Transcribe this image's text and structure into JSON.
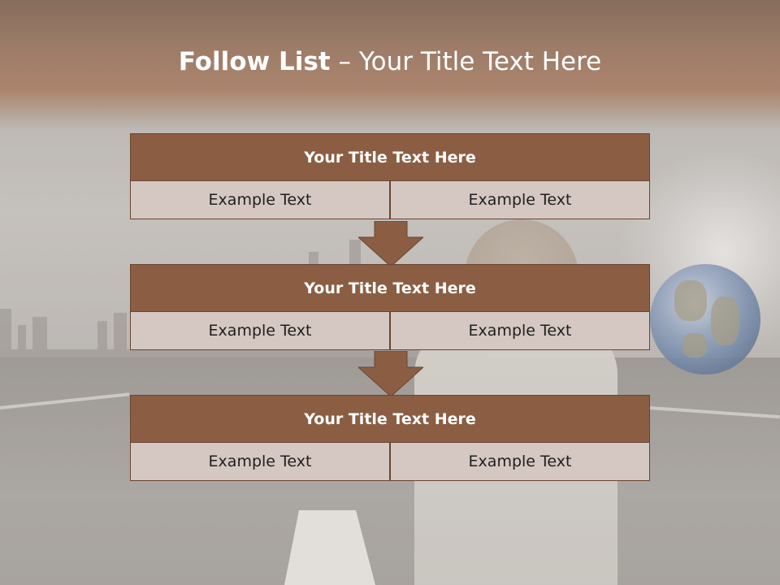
{
  "slide": {
    "title_bold": "Follow List",
    "title_rest": " – Your Title Text Here"
  },
  "cards": [
    {
      "header": "Your Title Text Here",
      "left": "Example Text",
      "right": "Example Text"
    },
    {
      "header": "Your Title Text Here",
      "left": "Example Text",
      "right": "Example Text"
    },
    {
      "header": "Your Title Text Here",
      "left": "Example Text",
      "right": "Example Text"
    }
  ],
  "colors": {
    "header_fill": "#8b5e43",
    "cell_fill": "#d5c8c3",
    "border": "#6a4431",
    "arrow_fill": "#8b5e43",
    "title_band": "#8c6349"
  },
  "icons": [
    "down-arrow-icon",
    "down-arrow-icon"
  ]
}
